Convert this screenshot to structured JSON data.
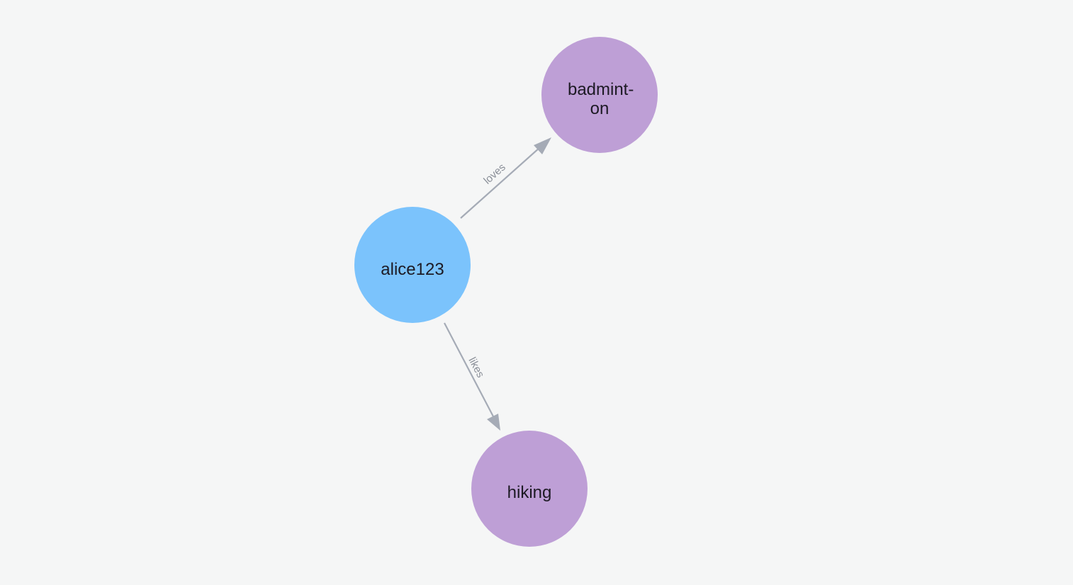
{
  "graph": {
    "colors": {
      "background": "#f5f6f6",
      "edge": "#a5abb6",
      "edge_label": "#8a8f98",
      "node_label": "#1d1a24"
    },
    "nodes": [
      {
        "id": "alice123",
        "label_lines": [
          "alice123"
        ],
        "color": "#7bc3fc"
      },
      {
        "id": "badminton",
        "label_lines": [
          "badmint-",
          "on"
        ],
        "color": "#be9fd6"
      },
      {
        "id": "hiking",
        "label_lines": [
          "hiking"
        ],
        "color": "#be9fd6"
      }
    ],
    "edges": [
      {
        "from": "alice123",
        "to": "badminton",
        "label": "loves"
      },
      {
        "from": "alice123",
        "to": "hiking",
        "label": "likes"
      }
    ]
  }
}
